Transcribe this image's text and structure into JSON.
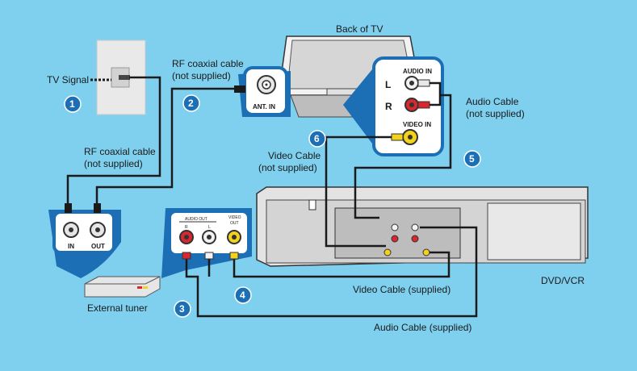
{
  "labels": {
    "tv_signal": "TV Signal",
    "back_of_tv": "Back of TV",
    "rf_cable_top_1": "RF coaxial cable",
    "rf_cable_top_2": "(not supplied)",
    "rf_cable_left_1": "RF coaxial cable",
    "rf_cable_left_2": "(not supplied)",
    "ant_in": "ANT. IN",
    "audio_in": "AUDIO IN",
    "left": "L",
    "right": "R",
    "video_in": "VIDEO IN",
    "audio_cable_ns_1": "Audio Cable",
    "audio_cable_ns_2": "(not supplied)",
    "video_cable_ns_1": "Video Cable",
    "video_cable_ns_2": "(not supplied)",
    "tuner_in": "IN",
    "tuner_out": "OUT",
    "audio_out": "AUDIO OUT",
    "audio_out_r": "R",
    "audio_out_l": "L",
    "video_out_1": "VIDEO",
    "video_out_2": "OUT",
    "external_tuner": "External tuner",
    "dvd_vcr": "DVD/VCR",
    "video_cable_supplied": "Video Cable (supplied)",
    "audio_cable_supplied": "Audio Cable (supplied)"
  },
  "steps": [
    "1",
    "2",
    "3",
    "4",
    "5",
    "6"
  ],
  "colors": {
    "background": "#7fd0ef",
    "panel": "#1c6fb4",
    "badge": "#1c6fb4",
    "cable": "#1a1a1a",
    "jack_red": "#d8272e",
    "jack_yellow": "#f2d21b",
    "jack_white": "#f2f2f2"
  }
}
